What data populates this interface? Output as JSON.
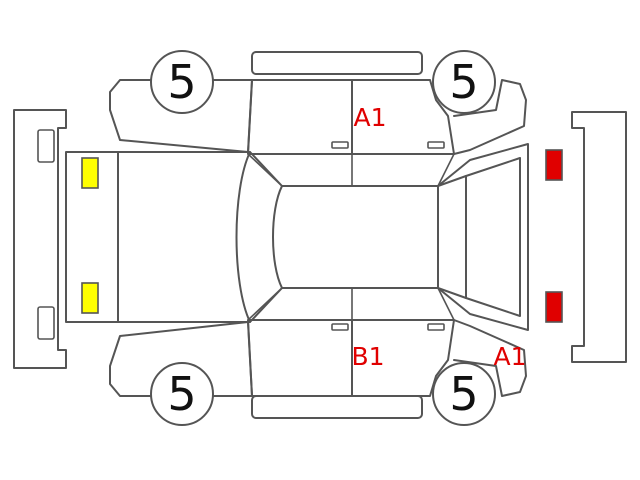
{
  "tire_grades": {
    "front_left": "5",
    "front_right": "5",
    "rear_left": "5",
    "rear_right": "5"
  },
  "damage_codes": {
    "right_side_upper": "A1",
    "left_side_lower": "B1",
    "rear_left_corner": "A1"
  },
  "colors": {
    "outline": "#555555",
    "front_lamp": "#ffff00",
    "rear_lamp": "#e00000",
    "damage_text": "#e00000",
    "tire_text": "#111111"
  }
}
